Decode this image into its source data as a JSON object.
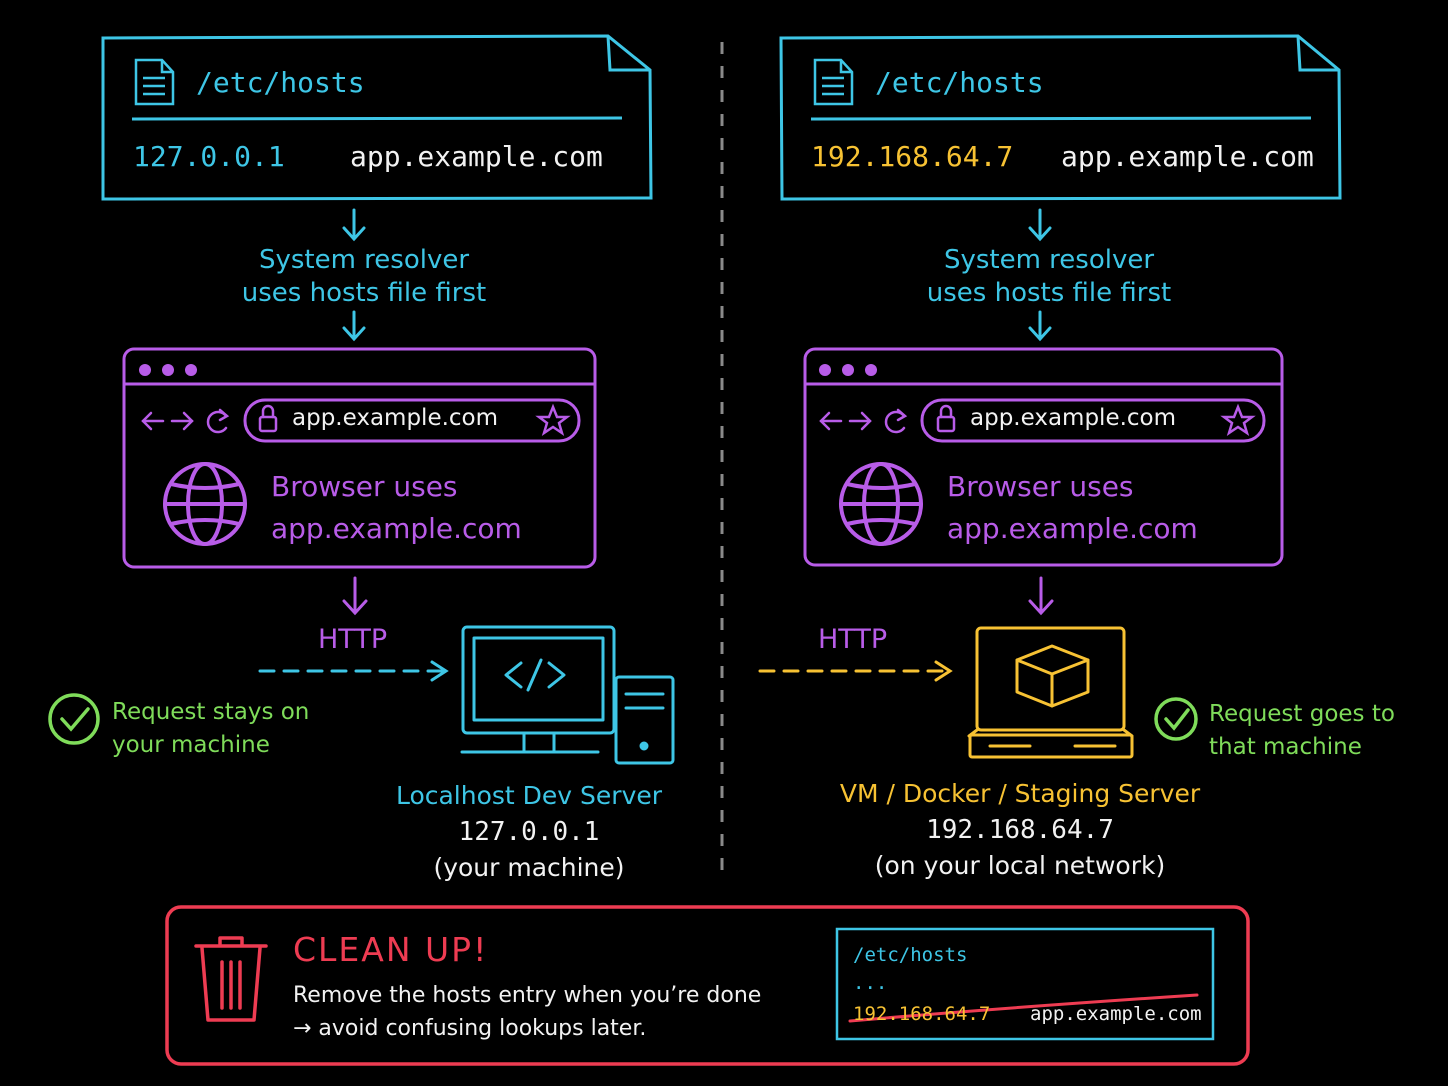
{
  "left": {
    "hosts_file": {
      "title": "/etc/hosts",
      "ip": "127.0.0.1",
      "host": "app.example.com"
    },
    "resolver": {
      "line1": "System resolver",
      "line2": "uses hosts file first"
    },
    "browser": {
      "url": "app.example.com",
      "line1": "Browser uses",
      "line2": "app.example.com"
    },
    "http_label": "HTTP",
    "note": {
      "line1": "Request stays on",
      "line2": "your machine"
    },
    "server": {
      "name": "Localhost Dev Server",
      "ip": "127.0.0.1",
      "desc": "(your machine)"
    }
  },
  "right": {
    "hosts_file": {
      "title": "/etc/hosts",
      "ip": "192.168.64.7",
      "host": "app.example.com"
    },
    "resolver": {
      "line1": "System resolver",
      "line2": "uses hosts file first"
    },
    "browser": {
      "url": "app.example.com",
      "line1": "Browser uses",
      "line2": "app.example.com"
    },
    "http_label": "HTTP",
    "note": {
      "line1": "Request goes to",
      "line2": "that machine"
    },
    "server": {
      "name": "VM / Docker / Staging Server",
      "ip": "192.168.64.7",
      "desc": "(on your local network)"
    }
  },
  "cleanup": {
    "title": "CLEAN UP!",
    "line1": "Remove the hosts entry when you’re done",
    "line2": "→ avoid confusing lookups later.",
    "snippet": {
      "title": "/etc/hosts",
      "ellipsis": "...",
      "ip": "192.168.64.7",
      "host": "app.example.com"
    }
  },
  "colors": {
    "hosts": "#3ec6e6",
    "browser": "#b85ce8",
    "local": "#3ec6e6",
    "remote": "#f7c233",
    "ok": "#7fdc5a",
    "warning": "#ee3c52"
  }
}
